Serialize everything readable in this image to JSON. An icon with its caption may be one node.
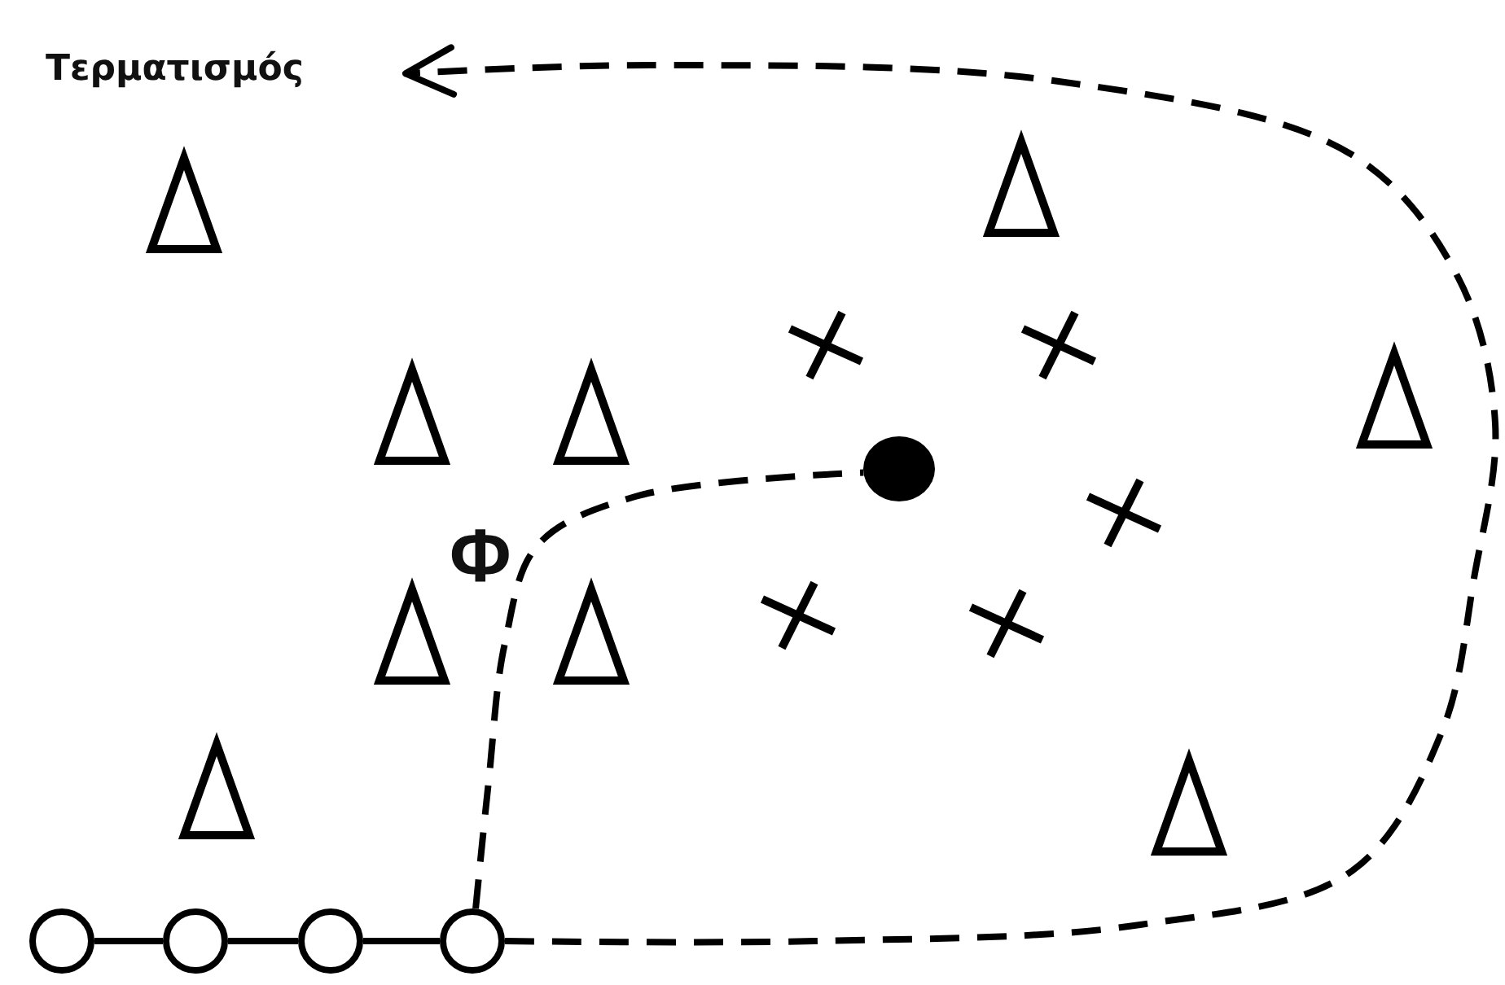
{
  "diagram": {
    "nodes": [
      {
        "text": [
          "Τερματισμός"
        ]
      },
      {
        "text": [],
        "shape": "circle"
      },
      {
        "text": [],
        "shape": "circle"
      },
      {
        "text": [],
        "shape": "circle"
      },
      {
        "text": [],
        "shape": "circle"
      },
      {
        "text": [],
        "shape": "circle"
      }
    ],
    "edges": [
      {
        "from": 2,
        "to": 3,
        "arrow": "none"
      },
      {
        "from": 3,
        "to": 4,
        "arrow": "none"
      },
      {
        "from": 4,
        "to": 5,
        "arrow": "none"
      },
      {
        "from": 5,
        "to": 1,
        "arrow": "none",
        "style": "dashed"
      },
      {
        "from": 5,
        "to": 0,
        "arrow": "to",
        "style": "dashed"
      }
    ],
    "labels": [
      "Φ"
    ]
  }
}
